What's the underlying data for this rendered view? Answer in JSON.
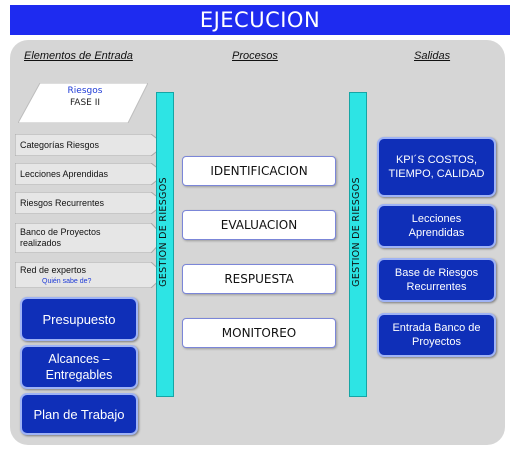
{
  "title": "EJECUCION",
  "headers": {
    "inputs": "Elementos de Entrada",
    "processes": "Procesos",
    "outputs": "Salidas"
  },
  "risk_card": {
    "line1": "Riesgos",
    "line2": "FASE II"
  },
  "input_arrows": [
    {
      "label": "Categorías Riesgos"
    },
    {
      "label": "Lecciones Aprendidas"
    },
    {
      "label": "Riesgos Recurrentes"
    },
    {
      "label": "Banco de Proyectos realizados"
    },
    {
      "label": "Red de expertos",
      "sub": "Quién sabe de?"
    }
  ],
  "input_boxes": [
    {
      "label": "Presupuesto"
    },
    {
      "label": "Alcances – Entregables"
    },
    {
      "label": "Plan de Trabajo"
    }
  ],
  "bar_label": "GESTION DE RIESGOS",
  "processes": [
    "IDENTIFICACION",
    "EVALUACION",
    "RESPUESTA",
    "MONITOREO"
  ],
  "outputs": [
    {
      "label": "KPI´S COSTOS, TIEMPO, CALIDAD"
    },
    {
      "label": "Lecciones Aprendidas"
    },
    {
      "label": "Base de Riesgos Recurrentes"
    },
    {
      "label": "Entrada Banco de Proyectos"
    }
  ],
  "colors": {
    "banner": "#1e2bf0",
    "box_blue": "#0f2fb8",
    "bar_cyan": "#2de4e4",
    "panel": "#d6d6d6"
  }
}
